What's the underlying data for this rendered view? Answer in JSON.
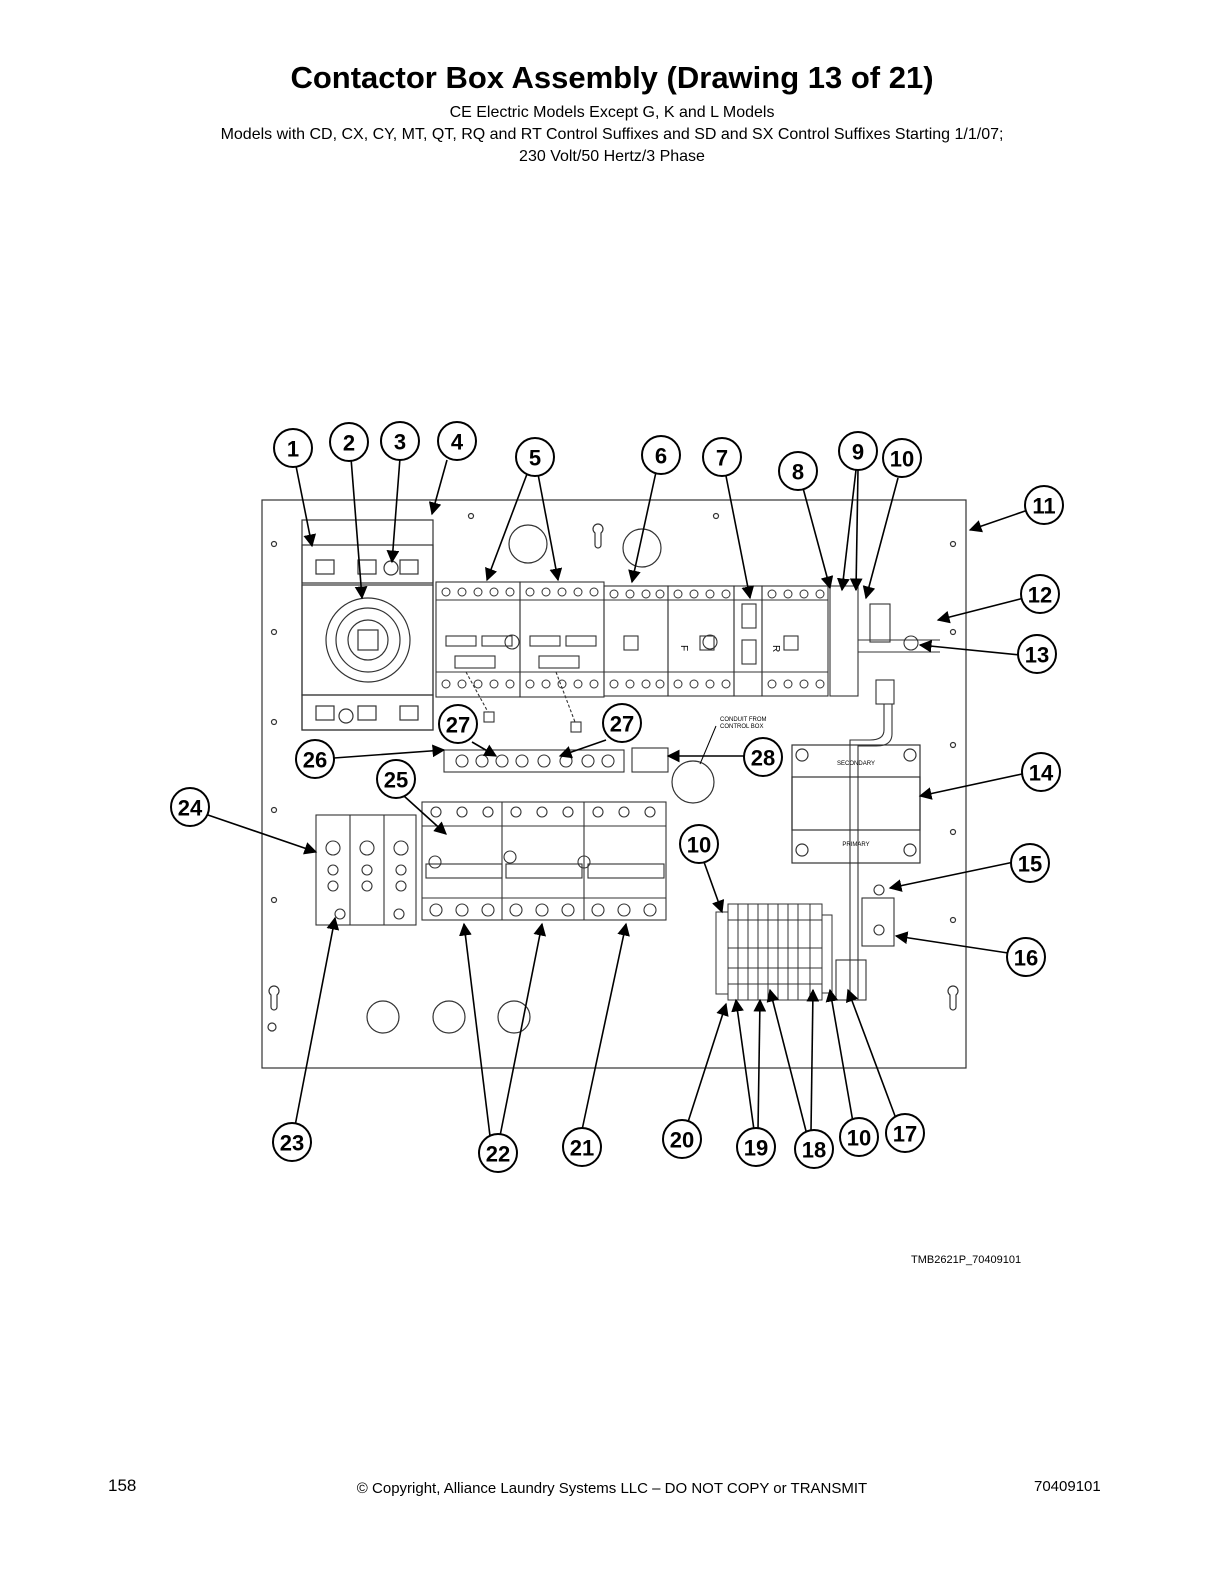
{
  "title": "Contactor Box Assembly (Drawing 13 of 21)",
  "subtitle_lines": [
    "CE Electric Models Except G, K and L Models",
    "Models with CD, CX, CY, MT, QT, RQ and RT Control Suffixes and SD and SX Control Suffixes Starting 1/1/07;",
    "230 Volt/50 Hertz/3 Phase"
  ],
  "diagram_labels": {
    "conduit_line1": "CONDUIT FROM",
    "conduit_line2": "CONTROL BOX",
    "secondary": "SECONDARY",
    "primary": "PRIMARY",
    "contactor_f": "F",
    "contactor_r": "R"
  },
  "callouts": [
    {
      "id": "c1",
      "label": "1"
    },
    {
      "id": "c2",
      "label": "2"
    },
    {
      "id": "c3",
      "label": "3"
    },
    {
      "id": "c4",
      "label": "4"
    },
    {
      "id": "c5",
      "label": "5"
    },
    {
      "id": "c6",
      "label": "6"
    },
    {
      "id": "c7",
      "label": "7"
    },
    {
      "id": "c8",
      "label": "8"
    },
    {
      "id": "c9",
      "label": "9"
    },
    {
      "id": "c10a",
      "label": "10"
    },
    {
      "id": "c11",
      "label": "11"
    },
    {
      "id": "c12",
      "label": "12"
    },
    {
      "id": "c13",
      "label": "13"
    },
    {
      "id": "c14",
      "label": "14"
    },
    {
      "id": "c15",
      "label": "15"
    },
    {
      "id": "c16",
      "label": "16"
    },
    {
      "id": "c17",
      "label": "17"
    },
    {
      "id": "c10b",
      "label": "10"
    },
    {
      "id": "c18",
      "label": "18"
    },
    {
      "id": "c19",
      "label": "19"
    },
    {
      "id": "c20",
      "label": "20"
    },
    {
      "id": "c10c",
      "label": "10"
    },
    {
      "id": "c21",
      "label": "21"
    },
    {
      "id": "c22",
      "label": "22"
    },
    {
      "id": "c23",
      "label": "23"
    },
    {
      "id": "c24",
      "label": "24"
    },
    {
      "id": "c25",
      "label": "25"
    },
    {
      "id": "c26",
      "label": "26"
    },
    {
      "id": "c27a",
      "label": "27"
    },
    {
      "id": "c27b",
      "label": "27"
    },
    {
      "id": "c28",
      "label": "28"
    }
  ],
  "drawing_id": "TMB2621P_70409101",
  "footer": {
    "page_number": "158",
    "copyright": "© Copyright, Alliance Laundry Systems LLC – DO NOT COPY or TRANSMIT",
    "doc_number": "70409101"
  }
}
